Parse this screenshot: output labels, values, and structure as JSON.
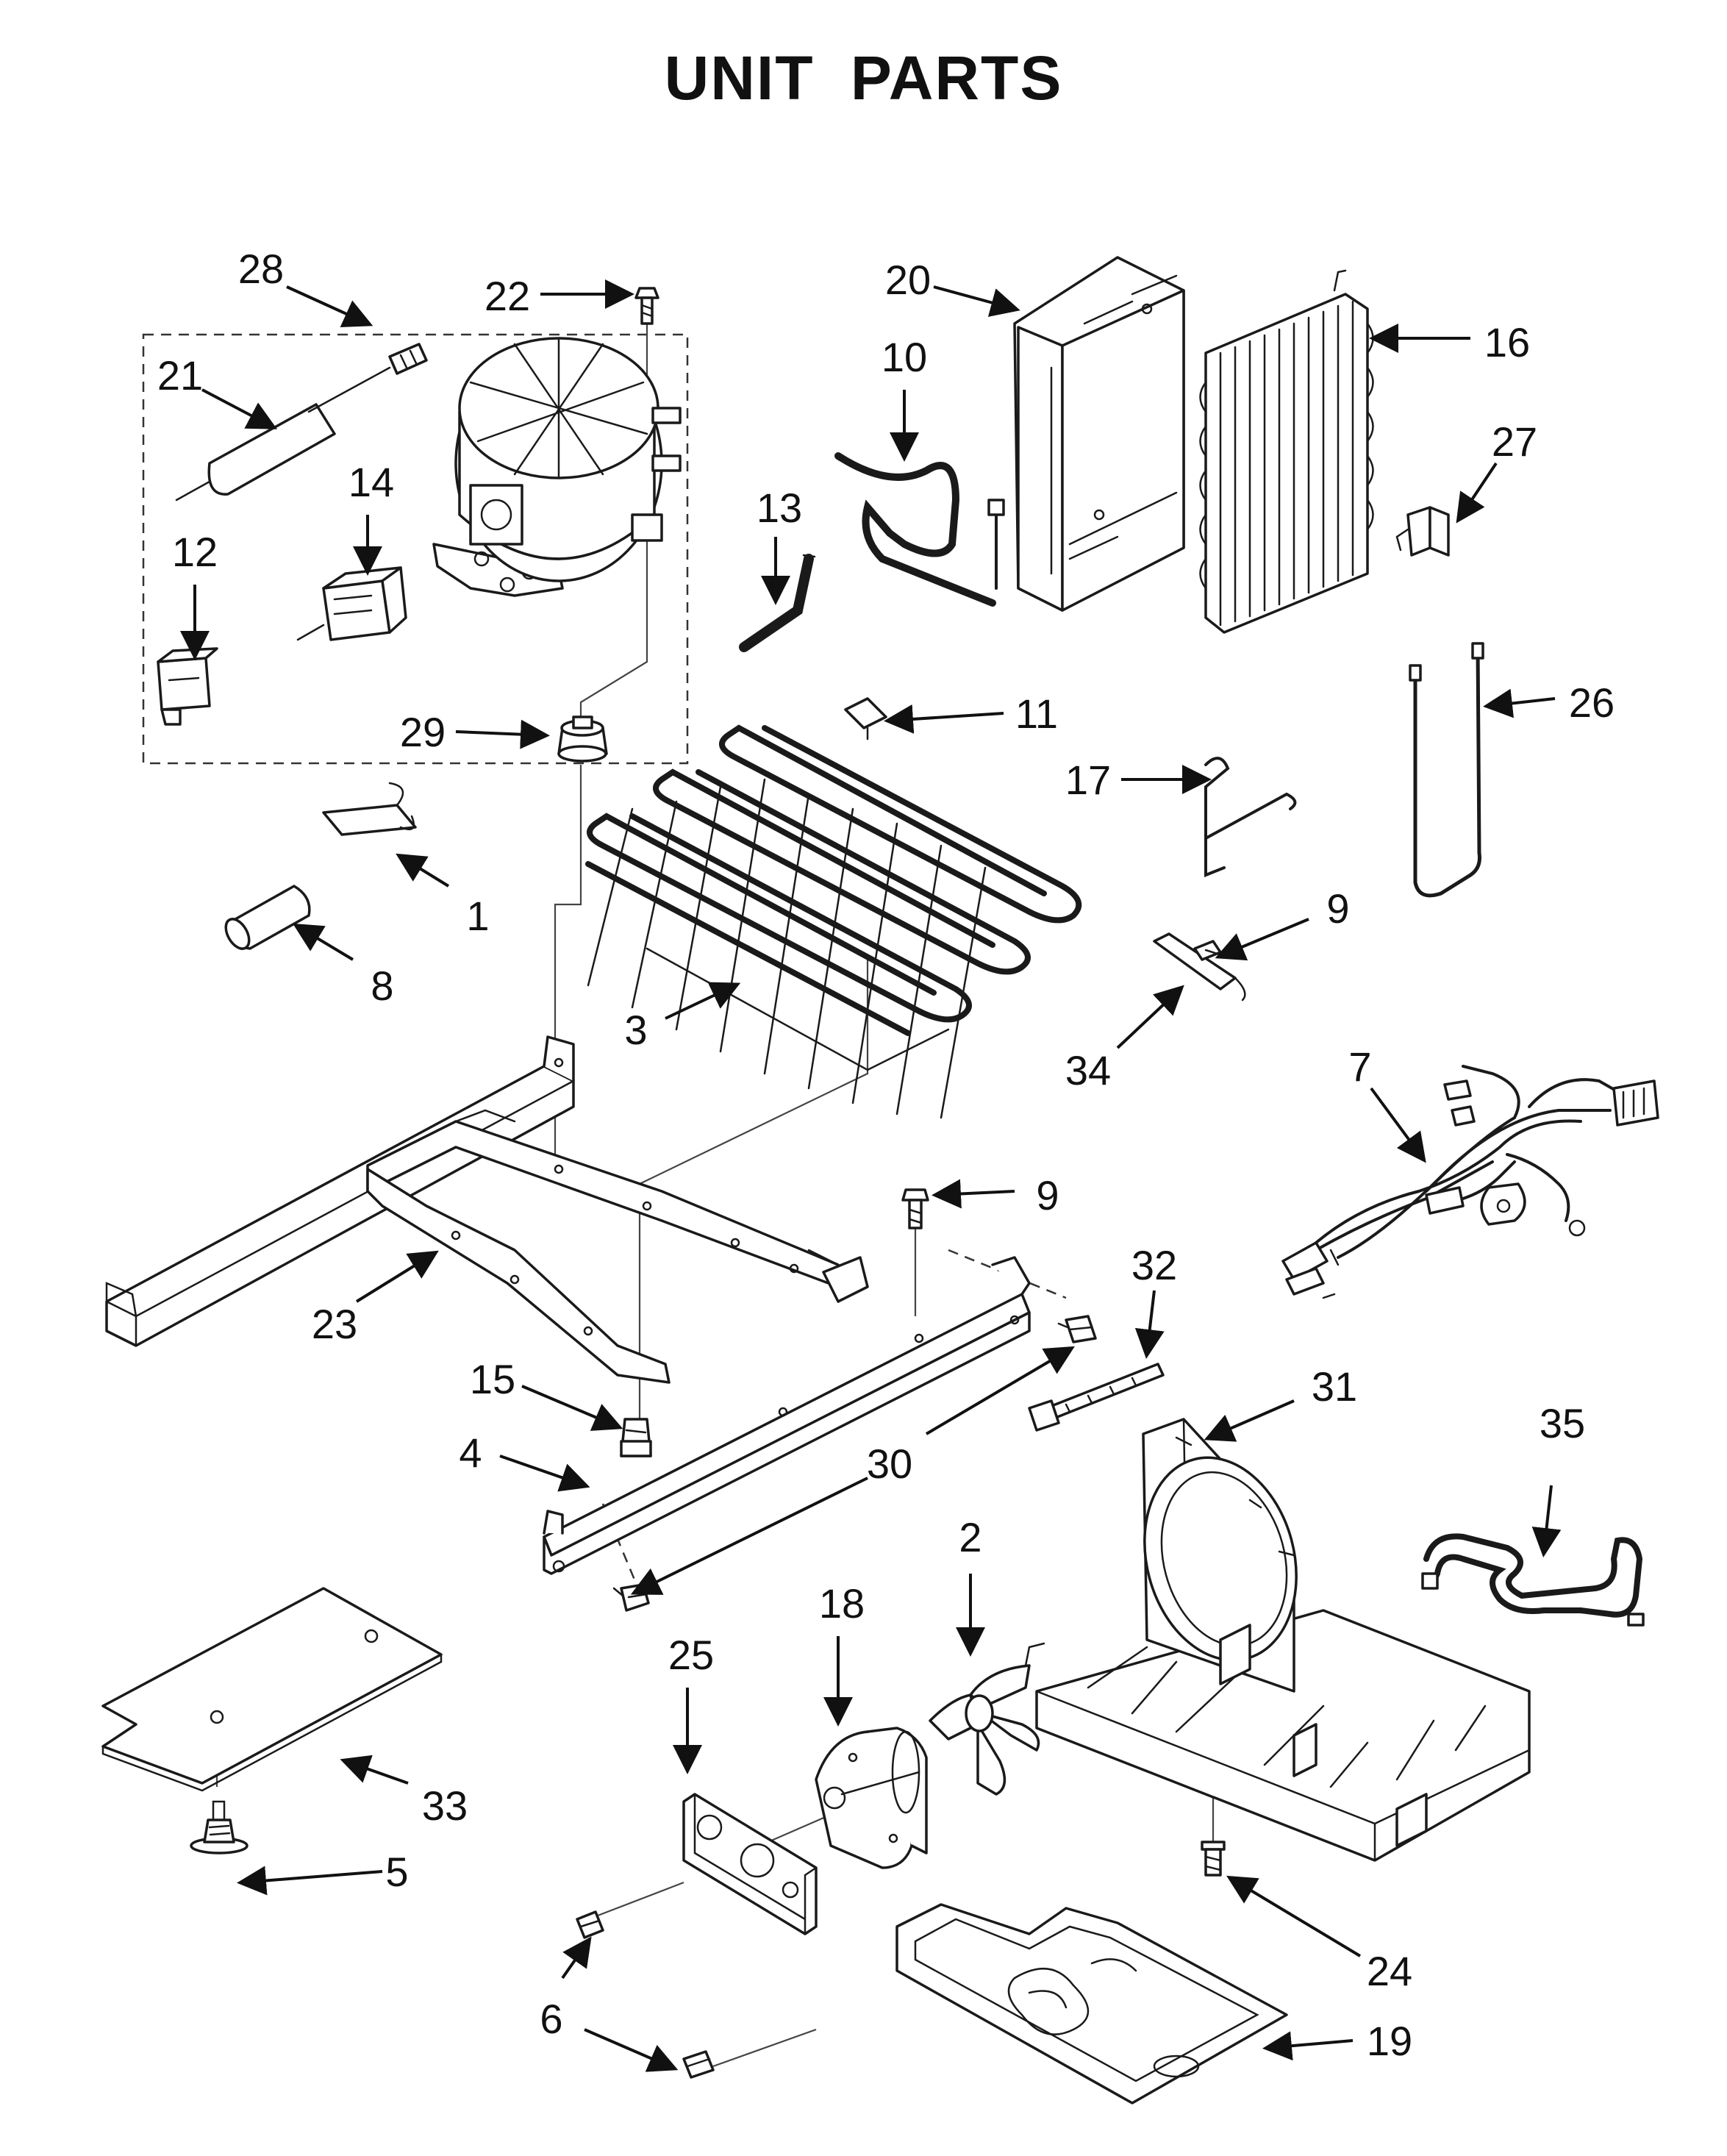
{
  "title": "UNIT PARTS",
  "callouts": [
    {
      "id": "1",
      "part": "bracket-clip"
    },
    {
      "id": "2",
      "part": "condenser-fan-blade"
    },
    {
      "id": "3",
      "part": "condenser-coil"
    },
    {
      "id": "4",
      "part": "mounting-rail"
    },
    {
      "id": "5",
      "part": "push-pin"
    },
    {
      "id": "6",
      "part": "screw"
    },
    {
      "id": "7",
      "part": "wire-harness"
    },
    {
      "id": "8",
      "part": "foam-tube"
    },
    {
      "id": "9",
      "part": "screw"
    },
    {
      "id": "10",
      "part": "tubing"
    },
    {
      "id": "11",
      "part": "clip"
    },
    {
      "id": "12",
      "part": "capacitor"
    },
    {
      "id": "13",
      "part": "elbow-tube"
    },
    {
      "id": "14",
      "part": "start-relay"
    },
    {
      "id": "15",
      "part": "grommet-screw"
    },
    {
      "id": "16",
      "part": "evaporator"
    },
    {
      "id": "17",
      "part": "wire-clip"
    },
    {
      "id": "18",
      "part": "fan-motor"
    },
    {
      "id": "19",
      "part": "drain-pan"
    },
    {
      "id": "20",
      "part": "evaporator-cover"
    },
    {
      "id": "21",
      "part": "drier"
    },
    {
      "id": "22",
      "part": "screw"
    },
    {
      "id": "23",
      "part": "base-frame"
    },
    {
      "id": "24",
      "part": "screw"
    },
    {
      "id": "25",
      "part": "motor-bracket"
    },
    {
      "id": "26",
      "part": "thermistor"
    },
    {
      "id": "27",
      "part": "clip"
    },
    {
      "id": "28",
      "part": "compressor-kit"
    },
    {
      "id": "29",
      "part": "grommet"
    },
    {
      "id": "30",
      "part": "screw"
    },
    {
      "id": "31",
      "part": "fan-shroud-base"
    },
    {
      "id": "32",
      "part": "cable-tie"
    },
    {
      "id": "33",
      "part": "cover-panel"
    },
    {
      "id": "34",
      "part": "bracket"
    },
    {
      "id": "35",
      "part": "heater-tube"
    }
  ]
}
